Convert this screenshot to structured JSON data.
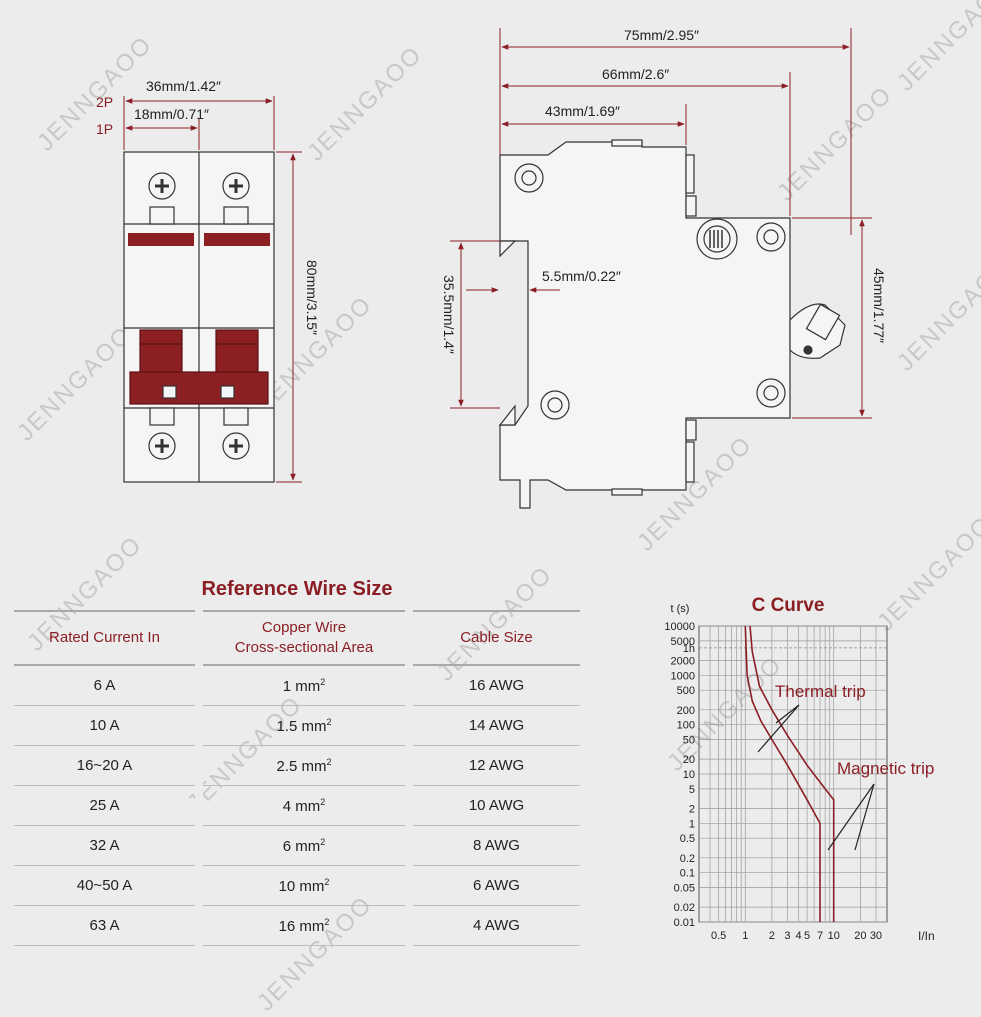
{
  "watermark": "JENNGAOO",
  "colors": {
    "accent": "#8b1e24",
    "line": "#333333",
    "handle": "#8c1f22",
    "grid": "#9a9a9a"
  },
  "front_view": {
    "label_2p": "2P",
    "label_1p": "1P",
    "width_2p": "36mm/1.42″",
    "width_1p": "18mm/0.71″",
    "height": "80mm/3.15″"
  },
  "side_view": {
    "total_depth": "75mm/2.95″",
    "depth_66": "66mm/2.6″",
    "depth_43": "43mm/1.69″",
    "rail_gap": "5.5mm/0.22″",
    "rail_height": "35.5mm/1.4″",
    "front_height": "45mm/1.77″"
  },
  "wire_table": {
    "title": "Reference Wire Size",
    "headers": [
      "Rated Current In",
      "Copper Wire",
      "Cross-sectional Area",
      "Cable Size"
    ],
    "unit_sup": "2",
    "rows": [
      {
        "current": "6 A",
        "area": "1 mm",
        "cable": "16 AWG"
      },
      {
        "current": "10 A",
        "area": "1.5 mm",
        "cable": "14 AWG"
      },
      {
        "current": "16~20 A",
        "area": "2.5 mm",
        "cable": "12 AWG"
      },
      {
        "current": "25 A",
        "area": "4 mm",
        "cable": "10 AWG"
      },
      {
        "current": "32 A",
        "area": "6 mm",
        "cable": "8 AWG"
      },
      {
        "current": "40~50 A",
        "area": "10 mm",
        "cable": "6 AWG"
      },
      {
        "current": "63 A",
        "area": "16 mm",
        "cable": "4 AWG"
      }
    ]
  },
  "chart_data": {
    "type": "line",
    "title": "C Curve",
    "xlabel": "I/In",
    "ylabel": "t (s)",
    "x_ticks": [
      "0.5",
      "1",
      "2",
      "3",
      "4",
      "5",
      "7",
      "10",
      "20",
      "30"
    ],
    "y_ticks": [
      "10000",
      "5000",
      "1h",
      "2000",
      "1000",
      "500",
      "200",
      "100",
      "50",
      "20",
      "10",
      "5",
      "2",
      "1",
      "0.5",
      "0.2",
      "0.1",
      "0.05",
      "0.02",
      "0.01"
    ],
    "annotations": [
      "Thermal trip",
      "Magnetic trip"
    ],
    "series": [
      {
        "x": [
          1.0,
          1.05,
          1.2,
          1.5,
          2.0,
          3.0,
          5.0,
          7.0,
          7.0,
          7.0
        ],
        "y": [
          10000,
          1000,
          300,
          120,
          50,
          15,
          3,
          1.0,
          0.5,
          0.01
        ]
      },
      {
        "x": [
          1.13,
          1.2,
          1.45,
          2.0,
          3.0,
          5.0,
          8.0,
          10.0,
          10.0,
          10.0
        ],
        "y": [
          10000,
          3000,
          600,
          200,
          60,
          15,
          5,
          3,
          1,
          0.01
        ]
      }
    ]
  }
}
